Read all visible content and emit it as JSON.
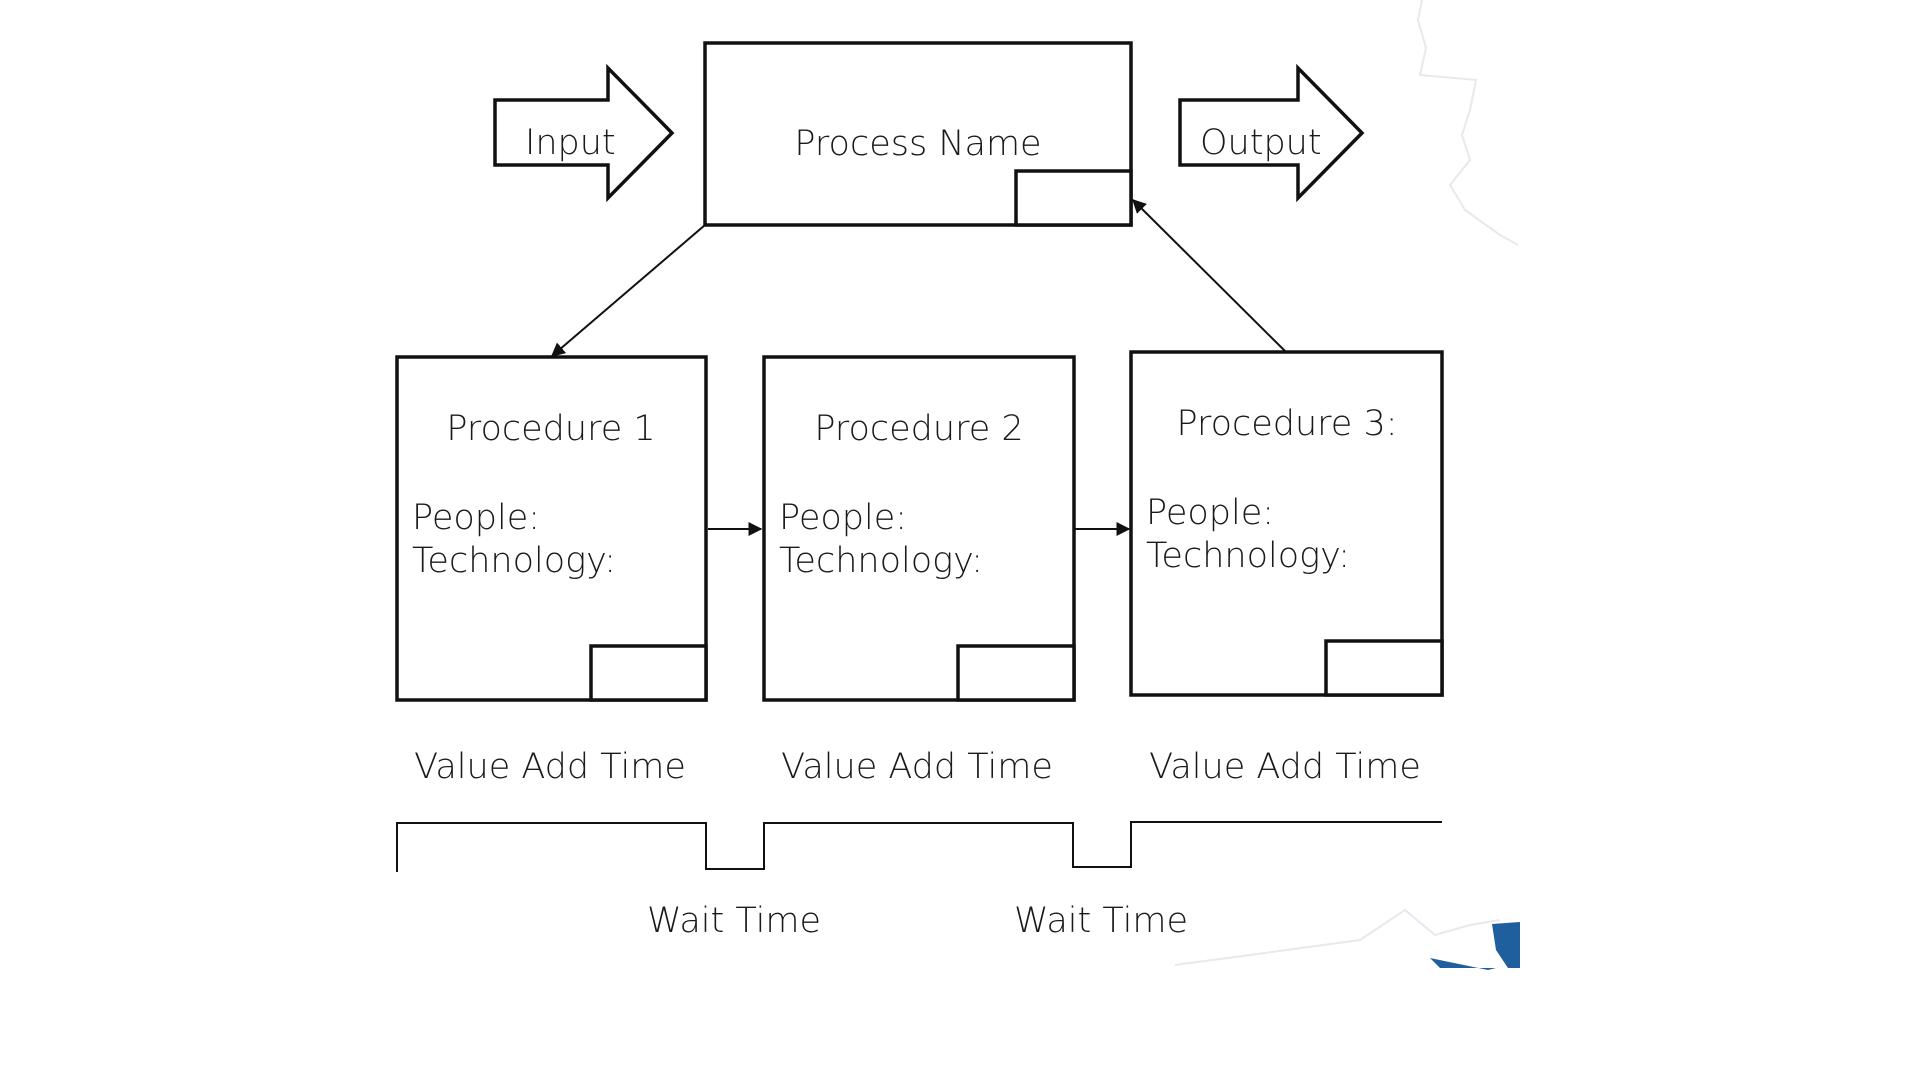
{
  "process": {
    "name": "Process Name"
  },
  "arrows": {
    "input": "Input",
    "output": "Output"
  },
  "procedures": [
    {
      "title": "Procedure 1",
      "people": "People:",
      "technology": "Technology:"
    },
    {
      "title": "Procedure 2",
      "people": "People:",
      "technology": "Technology:"
    },
    {
      "title": "Procedure 3:",
      "people": "People:",
      "technology": "Technology:"
    }
  ],
  "timeline": {
    "value_add": [
      "Value Add Time",
      "Value Add Time",
      "Value Add Time"
    ],
    "wait": [
      "Wait Time",
      "Wait Time"
    ]
  },
  "colors": {
    "line": "#111111",
    "accent_blue": "#1f5f9e"
  }
}
